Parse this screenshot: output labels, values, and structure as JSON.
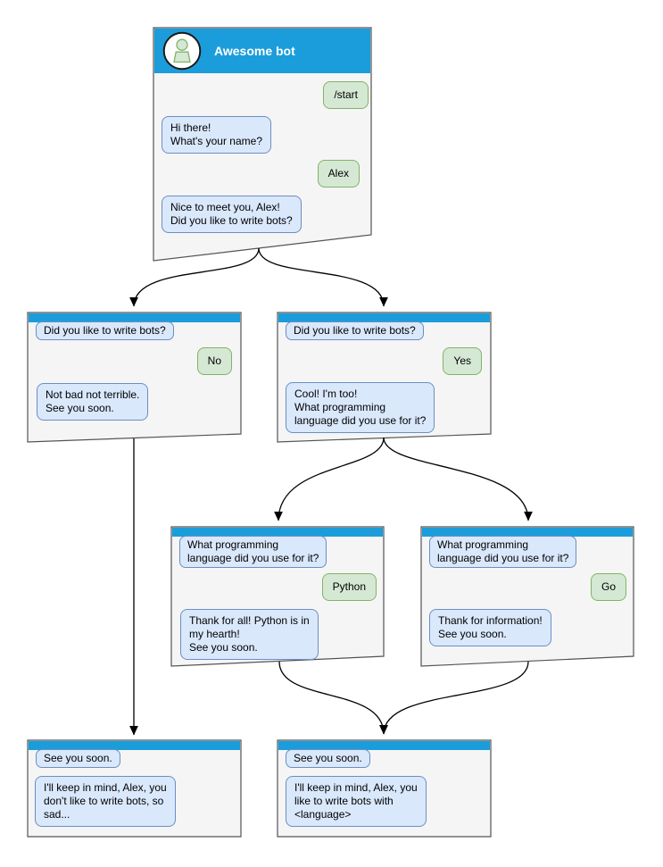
{
  "colors": {
    "header_blue": "#1B9DDB",
    "window_fill": "#F5F5F5",
    "window_border": "#545454",
    "bot_bubble_fill": "#DAE8FC",
    "bot_bubble_border": "#6C8EBF",
    "user_bubble_fill": "#D5E8D4",
    "user_bubble_border": "#82B366",
    "connector": "#000000"
  },
  "main_window": {
    "title": "Awesome bot",
    "avatar": "person-icon",
    "messages": {
      "start_command": "/start",
      "greeting": "Hi there!\nWhat's your name?",
      "user_name": "Alex",
      "bot_question": "Nice to meet you, Alex!\nDid you like to write bots?"
    }
  },
  "branch_no": {
    "question_echo": "Did you like to write bots?",
    "user_answer": "No",
    "bot_reply": "Not bad not terrible.\nSee you soon."
  },
  "branch_yes": {
    "question_echo": "Did you like to write bots?",
    "user_answer": "Yes",
    "bot_reply": "Cool! I'm too!\nWhat programming\nlanguage did you use for it?"
  },
  "branch_python": {
    "question_echo": "What programming\nlanguage did you use for it?",
    "user_answer": "Python",
    "bot_reply": "Thank for all! Python is in\nmy hearth!\nSee you soon."
  },
  "branch_go": {
    "question_echo": "What programming\nlanguage did you use for it?",
    "user_answer": "Go",
    "bot_reply": "Thank for information!\nSee you soon."
  },
  "end_no": {
    "question_echo": "See you soon.",
    "bot_reply": "I'll keep in mind, Alex, you\ndon't like to write bots, so\nsad..."
  },
  "end_yes": {
    "question_echo": "See you soon.",
    "bot_reply": "I'll keep in mind, Alex, you\nlike to write bots with\n<language>"
  }
}
